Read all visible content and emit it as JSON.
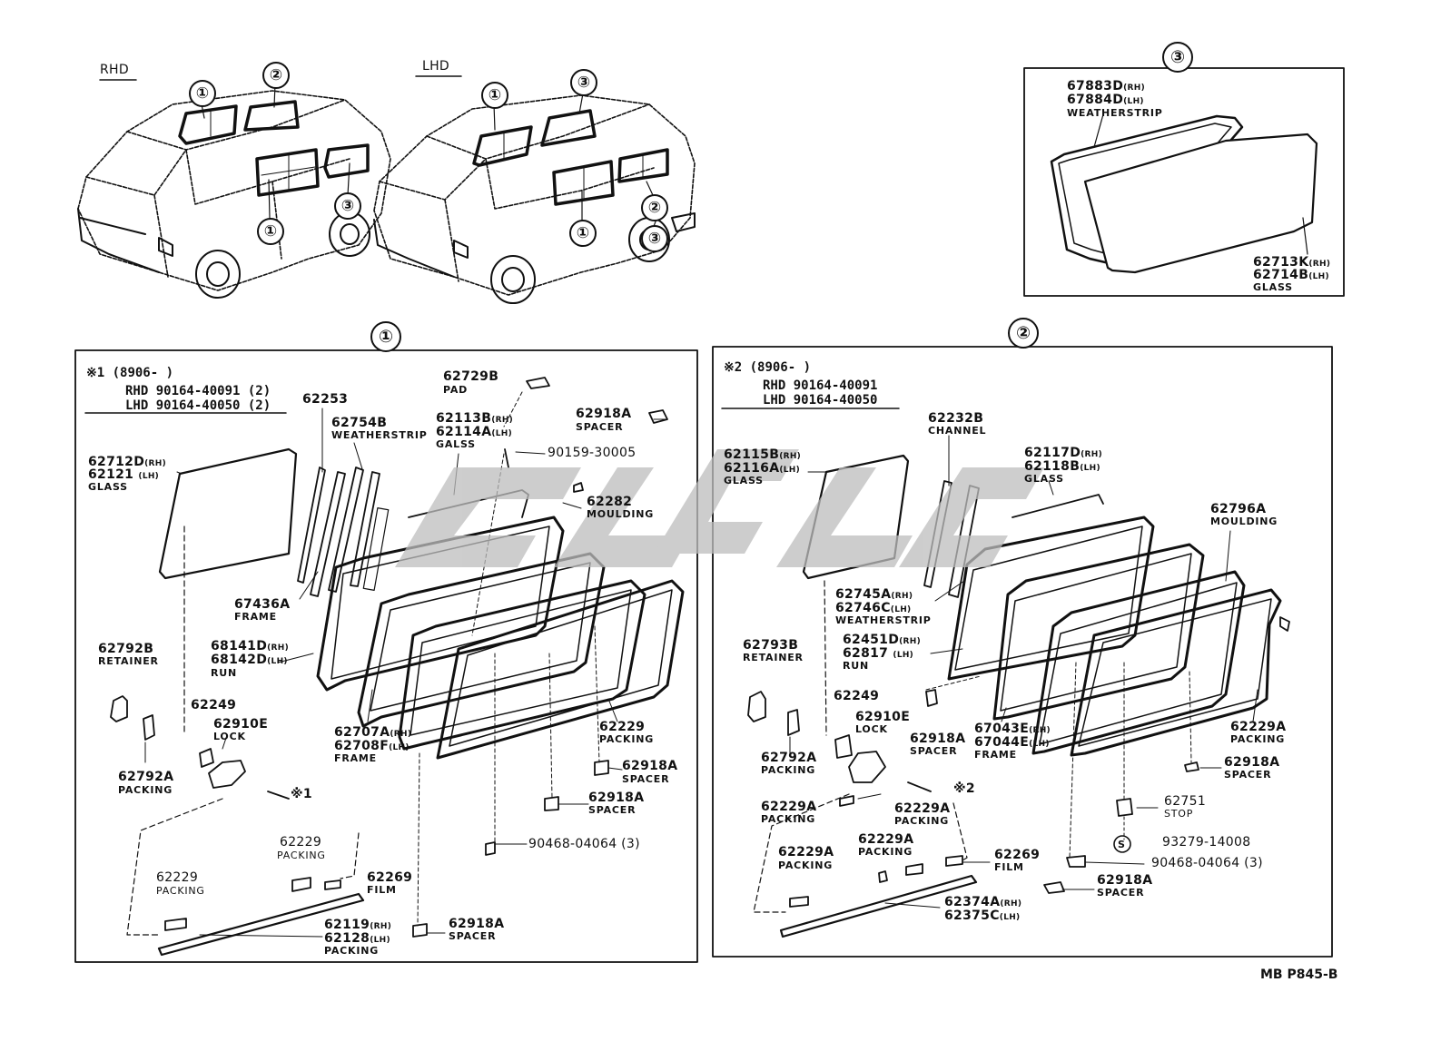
{
  "overview": {
    "rhd_label": "RHD",
    "lhd_label": "LHD"
  },
  "callouts": {
    "one": "①",
    "two": "②",
    "three": "③"
  },
  "panel3": {
    "number": "③",
    "weatherstrip_rh": "67883D",
    "weatherstrip_lh": "67884D",
    "weatherstrip_name": "WEATHERSTRIP",
    "glass_rh": "62713K",
    "glass_lh": "62714B",
    "glass_name": "GLASS",
    "rh": "(RH)",
    "lh": "(LH)"
  },
  "panel1": {
    "number": "①",
    "note_line1": "※1 (8906-      )",
    "note_line2": "RHD 90164-40091 (2)",
    "note_line3": "LHD 90164-40050 (2)",
    "parts": [
      {
        "id": "p1_62712D",
        "num": "62712D",
        "suffix": "(RH)",
        "num2": "62121",
        "suffix2": "(LH)",
        "name": "GLASS"
      },
      {
        "id": "p1_62253",
        "num": "62253",
        "name": ""
      },
      {
        "id": "p1_62754B",
        "num": "62754B",
        "name": "WEATHERSTRIP"
      },
      {
        "id": "p1_62729B",
        "num": "62729B",
        "name": "PAD"
      },
      {
        "id": "p1_62113B",
        "num": "62113B",
        "suffix": "(RH)",
        "num2": "62114A",
        "suffix2": "(LH)",
        "name": "GALSS"
      },
      {
        "id": "p1_62918A_top",
        "num": "62918A",
        "name": "SPACER"
      },
      {
        "id": "p1_90159",
        "num": "90159-30005",
        "name": ""
      },
      {
        "id": "p1_62282",
        "num": "62282",
        "name": "MOULDING"
      },
      {
        "id": "p1_67436A",
        "num": "67436A",
        "name": "FRAME"
      },
      {
        "id": "p1_68141D",
        "num": "68141D",
        "suffix": "(RH)",
        "num2": "68142D",
        "suffix2": "(LH)",
        "name": "RUN"
      },
      {
        "id": "p1_62792B",
        "num": "62792B",
        "name": "RETAINER"
      },
      {
        "id": "p1_62249",
        "num": "62249",
        "name": ""
      },
      {
        "id": "p1_62910E",
        "num": "62910E",
        "name": "LOCK"
      },
      {
        "id": "p1_62707A",
        "num": "62707A",
        "suffix": "(RH)",
        "num2": "62708F",
        "suffix2": "(LH)",
        "name": "FRAME"
      },
      {
        "id": "p1_62229_r",
        "num": "62229",
        "name": "PACKING"
      },
      {
        "id": "p1_62918A_mid",
        "num": "62918A",
        "name": "SPACER"
      },
      {
        "id": "p1_62792A",
        "num": "62792A",
        "name": "PACKING"
      },
      {
        "id": "p1_ref1",
        "num": "※1",
        "name": ""
      },
      {
        "id": "p1_62918A_low",
        "num": "62918A",
        "name": "SPACER"
      },
      {
        "id": "p1_90468",
        "num": "90468-04064 (3)",
        "name": ""
      },
      {
        "id": "p1_62229_c",
        "num": "62229",
        "name": "PACKING"
      },
      {
        "id": "p1_62229_l",
        "num": "62229",
        "name": "PACKING"
      },
      {
        "id": "p1_62269",
        "num": "62269",
        "name": "FILM"
      },
      {
        "id": "p1_62119",
        "num": "62119",
        "suffix": "(RH)",
        "num2": "62128",
        "suffix2": "(LH)",
        "name": "PACKING"
      },
      {
        "id": "p1_62918A_bot",
        "num": "62918A",
        "name": "SPACER"
      }
    ]
  },
  "panel2": {
    "number": "②",
    "note_line1": "※2 (8906-      )",
    "note_line2": "RHD 90164-40091",
    "note_line3": "LHD 90164-40050",
    "parts": [
      {
        "id": "p2_62232B",
        "num": "62232B",
        "name": "CHANNEL"
      },
      {
        "id": "p2_62115B",
        "num": "62115B",
        "suffix": "(RH)",
        "num2": "62116A",
        "suffix2": "(LH)",
        "name": "GLASS"
      },
      {
        "id": "p2_62117D",
        "num": "62117D",
        "suffix": "(RH)",
        "num2": "62118B",
        "suffix2": "(LH)",
        "name": "GLASS"
      },
      {
        "id": "p2_62796A",
        "num": "62796A",
        "name": "MOULDING"
      },
      {
        "id": "p2_62745A",
        "num": "62745A",
        "suffix": "(RH)",
        "num2": "62746C",
        "suffix2": "(LH)",
        "name": "WEATHERSTRIP"
      },
      {
        "id": "p2_62451D",
        "num": "62451D",
        "suffix": "(RH)",
        "num2": "62817",
        "suffix2": "(LH)",
        "name": "RUN"
      },
      {
        "id": "p2_62793B",
        "num": "62793B",
        "name": "RETAINER"
      },
      {
        "id": "p2_62249",
        "num": "62249",
        "name": ""
      },
      {
        "id": "p2_62910E",
        "num": "62910E",
        "name": "LOCK"
      },
      {
        "id": "p2_62918A_l",
        "num": "62918A",
        "name": "SPACER"
      },
      {
        "id": "p2_67043E",
        "num": "67043E",
        "suffix": "(RH)",
        "num2": "67044E",
        "suffix2": "(LH)",
        "name": "FRAME"
      },
      {
        "id": "p2_62229A_r",
        "num": "62229A",
        "name": "PACKING"
      },
      {
        "id": "p2_62792A",
        "num": "62792A",
        "name": "PACKING"
      },
      {
        "id": "p2_62918A_r",
        "num": "62918A",
        "name": "SPACER"
      },
      {
        "id": "p2_ref2",
        "num": "※2",
        "name": ""
      },
      {
        "id": "p2_62229A_a",
        "num": "62229A",
        "name": "PACKING"
      },
      {
        "id": "p2_62229A_b",
        "num": "62229A",
        "name": "PACKING"
      },
      {
        "id": "p2_62751",
        "num": "62751",
        "name": "STOP"
      },
      {
        "id": "p2_62229A_c",
        "num": "62229A",
        "name": "PACKING"
      },
      {
        "id": "p2_93279",
        "num": "93279-14008",
        "name": ""
      },
      {
        "id": "p2_62229A_d",
        "num": "62229A",
        "name": "PACKING"
      },
      {
        "id": "p2_62269",
        "num": "62269",
        "name": "FILM"
      },
      {
        "id": "p2_90468",
        "num": "90468-04064 (3)",
        "name": ""
      },
      {
        "id": "p2_62918A_b",
        "num": "62918A",
        "name": "SPACER"
      },
      {
        "id": "p2_62374A",
        "num": "62374A",
        "suffix": "(RH)",
        "num2": "62375C",
        "suffix2": "(LH)",
        "name": ""
      }
    ],
    "s_mark": "S"
  },
  "footer": {
    "code": "MB P845-B"
  }
}
